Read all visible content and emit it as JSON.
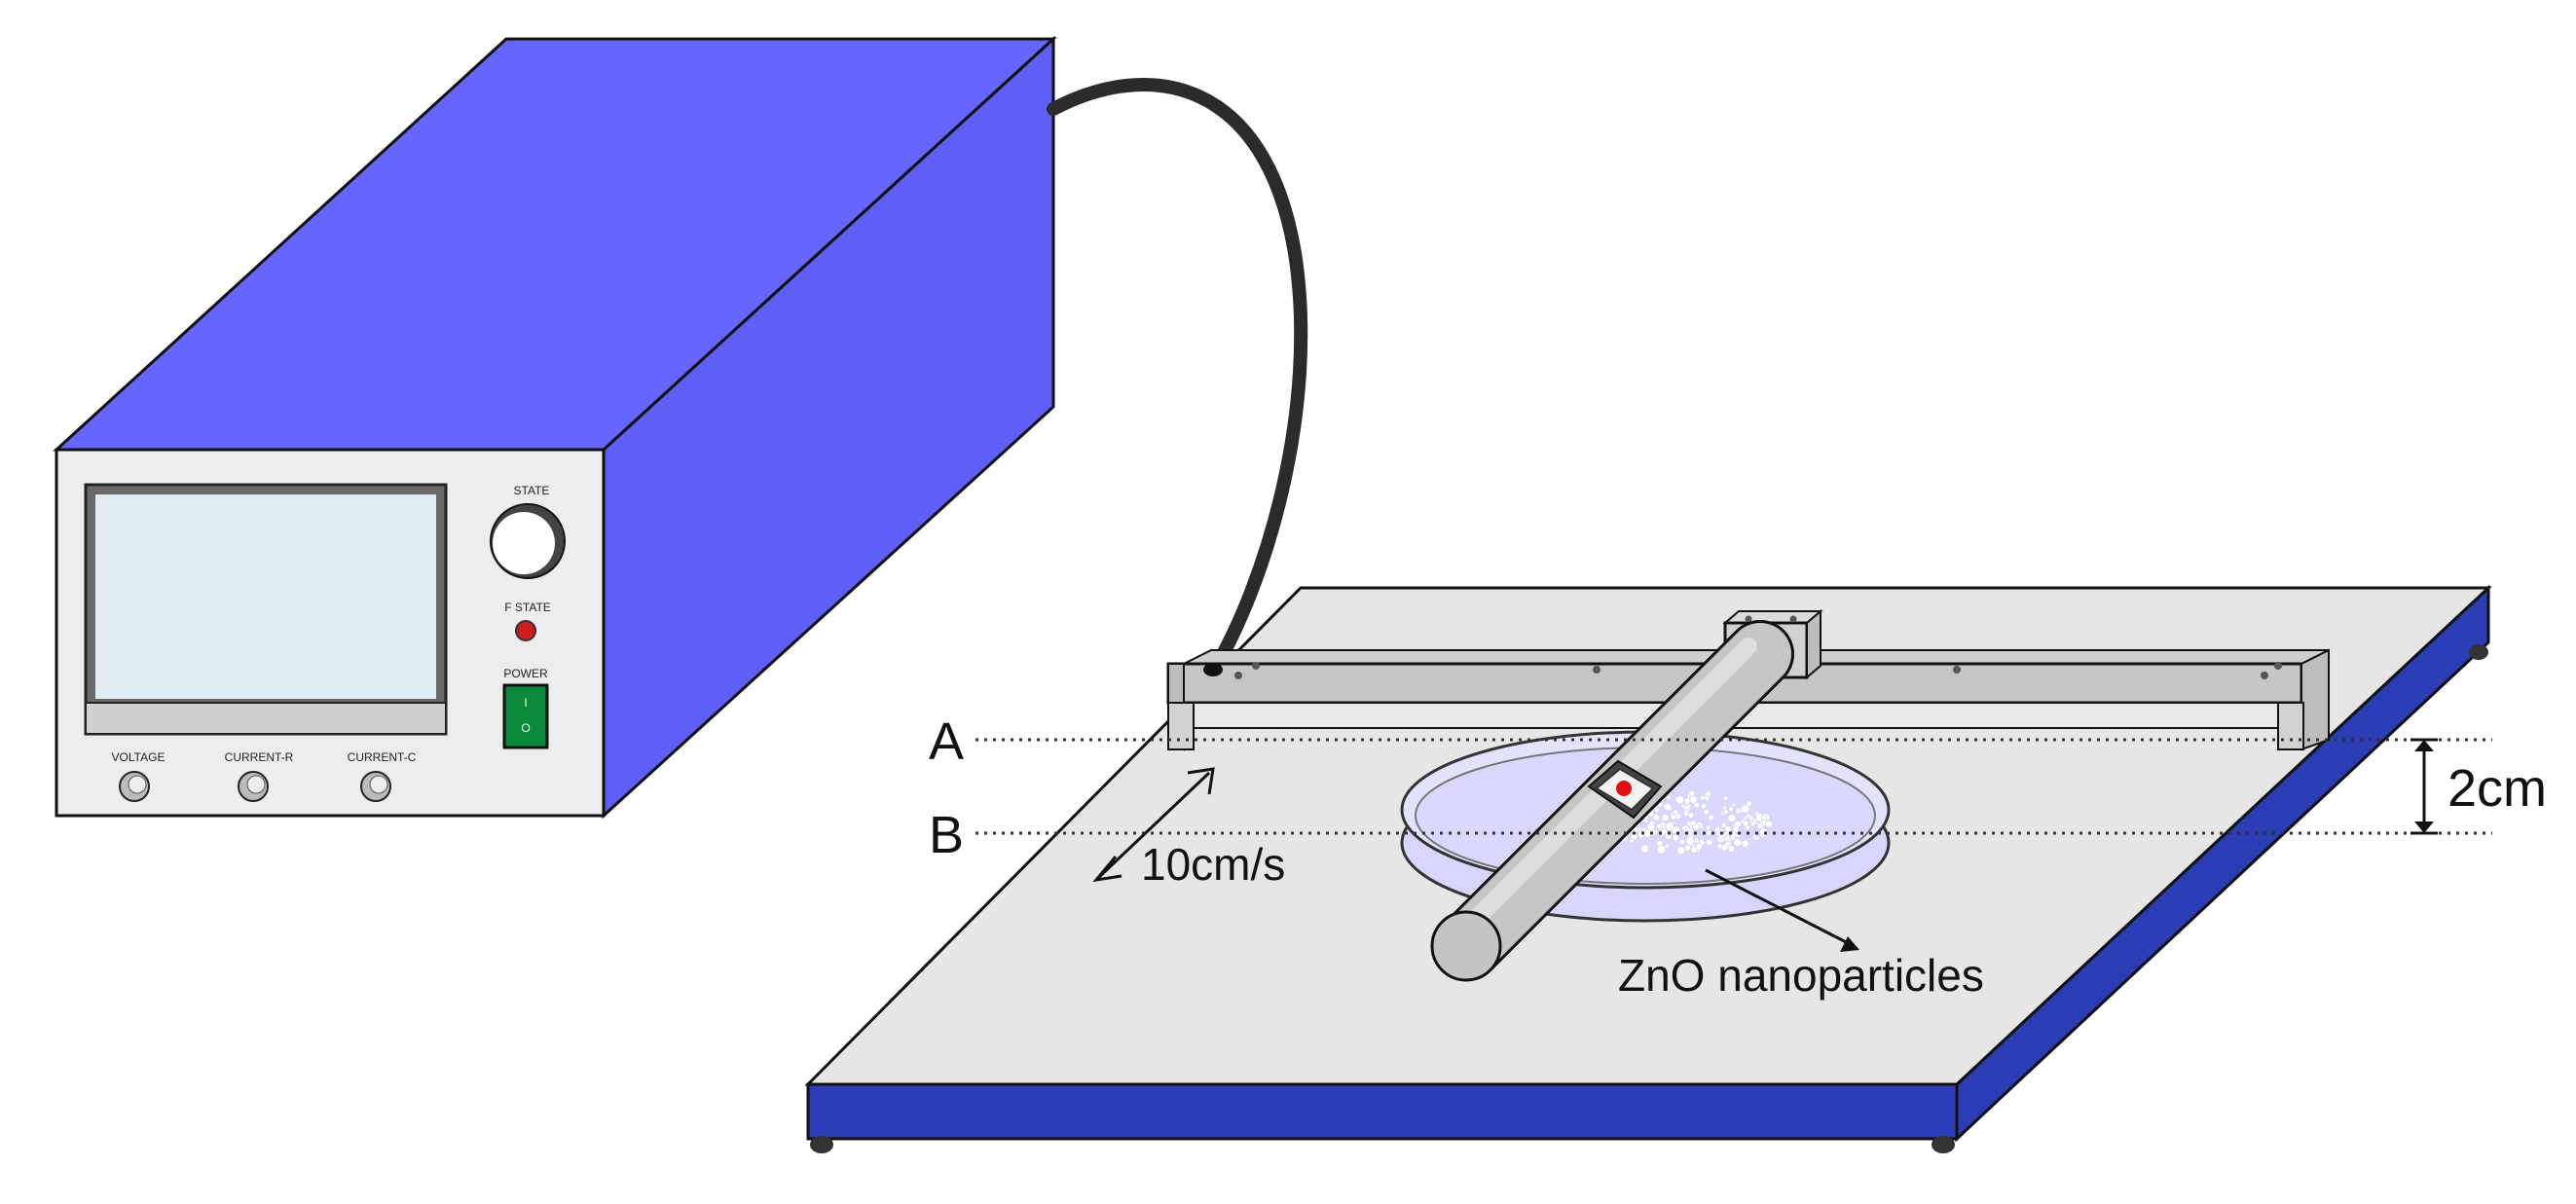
{
  "device": {
    "knob_label": "STATE",
    "led_label": "F STATE",
    "switch_label": "POWER",
    "switch_on": "I",
    "switch_off": "O",
    "dial_labels": [
      "VOLTAGE",
      "CURRENT-R",
      "CURRENT-C"
    ]
  },
  "annotations": {
    "line_a": "A",
    "line_b": "B",
    "speed": "10cm/s",
    "gap": "2cm",
    "particles": "ZnO nanoparticles"
  },
  "colors": {
    "device_body": "#6666ff",
    "stage_edge": "#2a3db5",
    "stage_top": "#e6e6e6",
    "screen": "#e1ecf2",
    "power_switch": "#0b8a3a",
    "led": "#cc1e1e",
    "dish_fill": "#dcdcff"
  }
}
